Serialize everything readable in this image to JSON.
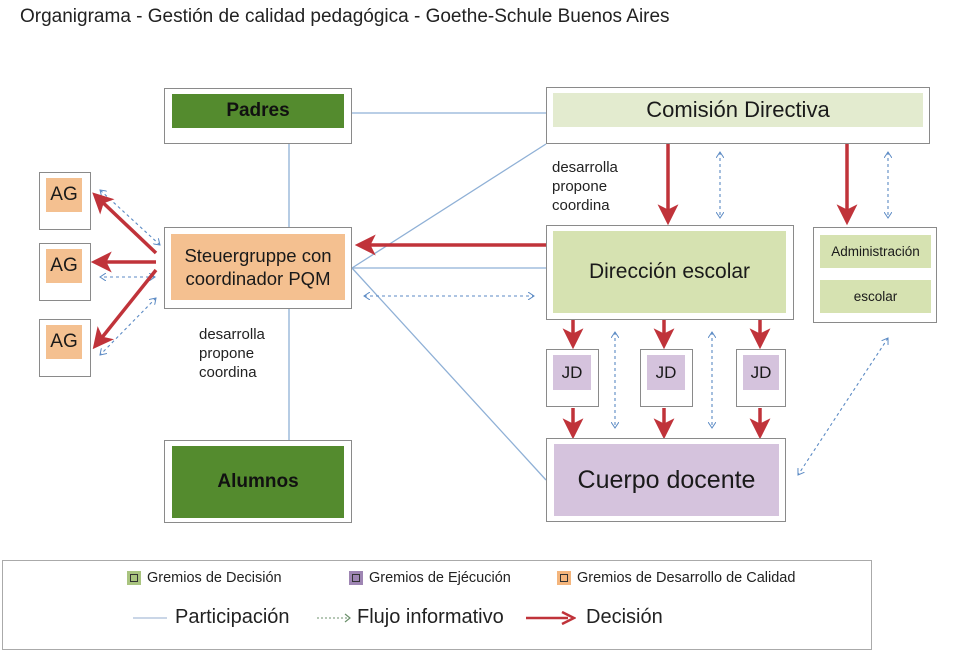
{
  "title": "Organigrama - Gestión de calidad pedagógica - Goethe-Schule Buenos Aires",
  "nodes": {
    "padres": "Padres",
    "comision": "Comisión Directiva",
    "steuergruppe_line1": "Steuergruppe con",
    "steuergruppe_line2": "coordinador PQM",
    "direccion": "Dirección escolar",
    "administracion_line1": "Administración",
    "administracion_line2": "escolar",
    "alumnos": "Alumnos",
    "cuerpo": "Cuerpo docente",
    "ag": [
      "AG",
      "AG",
      "AG"
    ],
    "jd": [
      "JD",
      "JD",
      "JD"
    ]
  },
  "notes": {
    "comision": [
      "desarrolla",
      "propone",
      "coordina"
    ],
    "steuergruppe": [
      "desarrolla",
      "propone",
      "coordina"
    ]
  },
  "legend": {
    "decision_bodies": "Gremios de Decisión",
    "execution_bodies": "Gremios de Ejécución",
    "quality_bodies": "Gremios de Desarrollo de Calidad",
    "participation": "Participación",
    "info_flow": "Flujo informativo",
    "decision": "Decisión"
  },
  "colors": {
    "decision_green": "#a9c47f",
    "execution_purple": "#9e85b3",
    "quality_orange": "#f4b57c",
    "participation_line": "#8fb0d6",
    "info_flow": "#5b8ac4",
    "decision_arrow": "#c0333a",
    "dark_green_fill": "#548b2e"
  }
}
